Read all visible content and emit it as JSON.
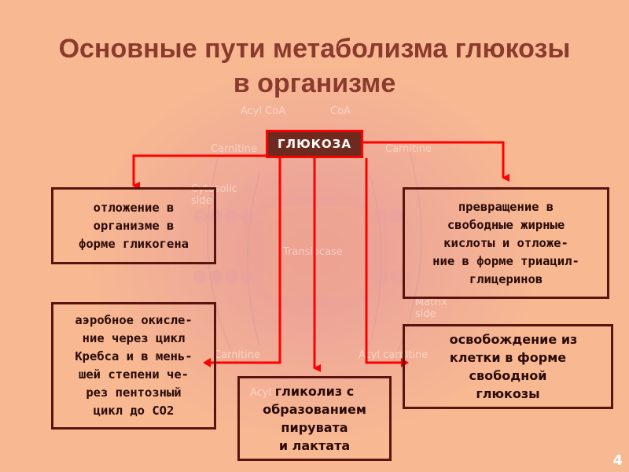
{
  "title": {
    "line1": "Основные пути метаболизма глюкозы",
    "line2": "в организме"
  },
  "background_labels": {
    "acyl_coa_top": "Acyl CoA",
    "coa_top": "CoA",
    "carnitine_left": "Carnitine",
    "carnitine_right": "Carnitine",
    "cytosolic_side_1": "Cytosolic",
    "cytosolic_side_2": "side",
    "translocase": "Translocase",
    "matrix_side_1": "Matrix",
    "matrix_side_2": "side",
    "carnitine_bottom_left": "Carnitine",
    "acyl_carnitine_bottom": "Acyl carnitine",
    "acyl_bottom": "Acyl"
  },
  "center_node": {
    "label": "ГЛЮКОЗА"
  },
  "boxes": {
    "glycogen": [
      "отложение в",
      "организме в",
      "форме гликогена"
    ],
    "fatty_acids": [
      "превращение в",
      "свободные жирные",
      "кислоты и отложе-",
      "ние в форме триацил-",
      "глицеринов"
    ],
    "aerobic": [
      "аэробное окисле-",
      "ние через цикл",
      "Кребса и в мень-",
      "шей степени че-",
      "рез пентозный",
      "цикл до СО2"
    ],
    "free_glucose": [
      "освобождение из",
      "клетки в форме",
      "свободной",
      "глюкозы"
    ],
    "glycolysis": [
      "гликолиз с",
      "образованием",
      "пирувата",
      "и лактата"
    ]
  },
  "colors": {
    "background": "#f8b992",
    "title": "#8b3a2e",
    "arrow": "#ff0000",
    "box_border": "#5a1410",
    "center_fill": "#6e2a1e"
  },
  "page_number": "4"
}
